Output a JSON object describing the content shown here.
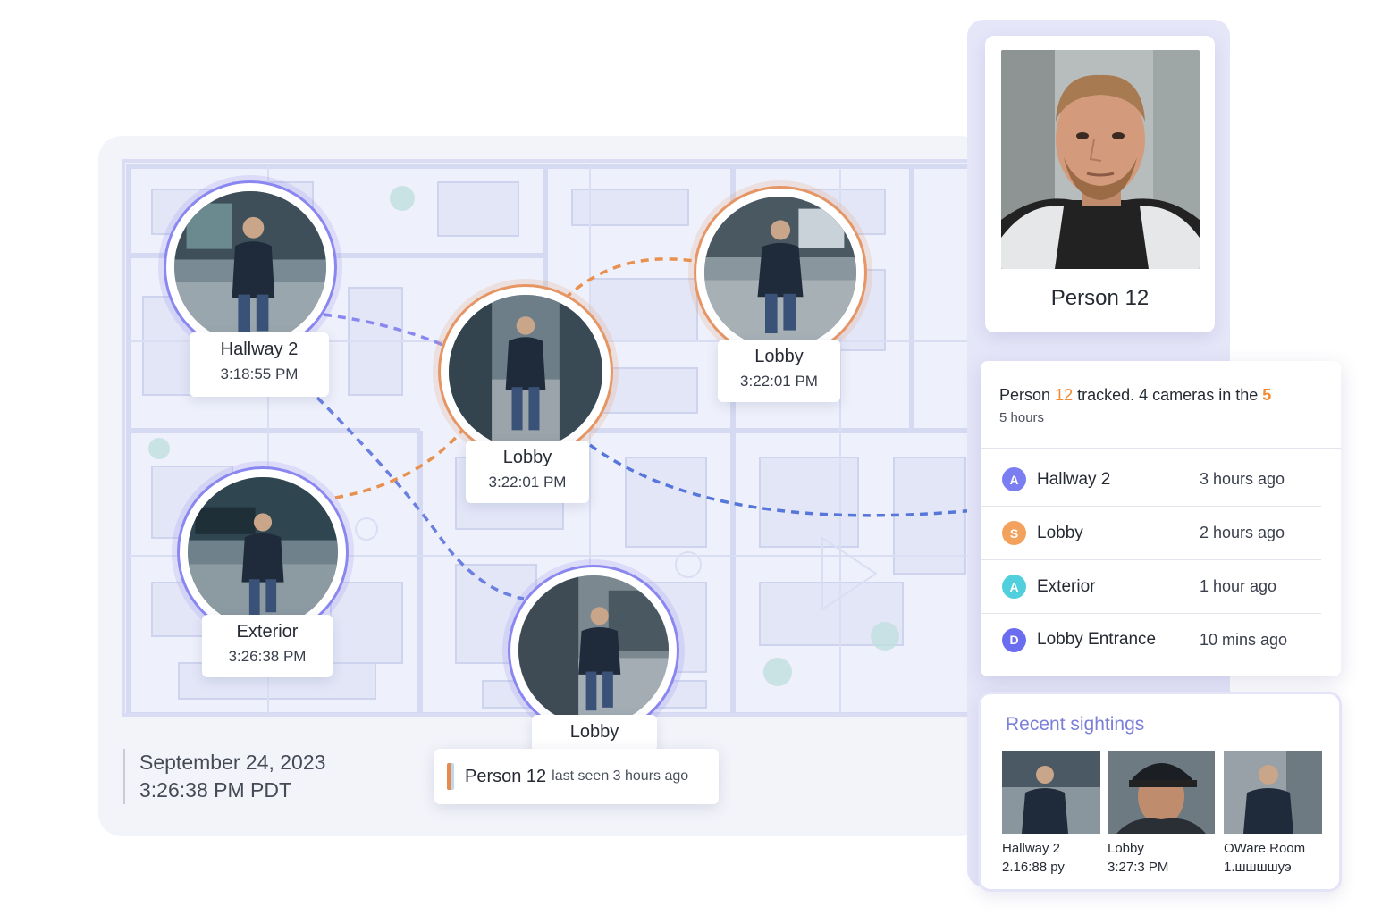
{
  "map": {
    "cameras": [
      {
        "name": "Hallway 2",
        "time": "3:18:55 PM",
        "ring": "#8b87f0"
      },
      {
        "name": "Lobby",
        "time": "3:22:01 PM",
        "ring": "#e69665"
      },
      {
        "name": "Lobby",
        "time": "3:22:01 PM",
        "ring": "#e69665"
      },
      {
        "name": "Exterior",
        "time": "3:26:38 PM",
        "ring": "#8b87f0"
      },
      {
        "name": "Lobby",
        "time": "",
        "ring": "#8b87f0"
      }
    ],
    "date_line": "September 24, 2023",
    "time_line": "3:26:38 PM PDT",
    "status": {
      "person": "Person 12",
      "text": "last  seen 3 hours ago"
    }
  },
  "profile": {
    "name": "Person 12"
  },
  "tracking": {
    "summary_prefix": "Person",
    "summary_id": "12",
    "summary_mid": "tracked.",
    "summary_cams": "4 cameras",
    "summary_tail": "in the",
    "summary_n": "5",
    "summary_sub": "5 hours",
    "sightings": [
      {
        "badge": "A",
        "color": "#7a7ef0",
        "location": "Hallway 2",
        "ago": "3 hours ago"
      },
      {
        "badge": "S",
        "color": "#f2a25c",
        "location": "Lobby",
        "ago": "2 hours ago"
      },
      {
        "badge": "A",
        "color": "#4fd0dc",
        "location": "Exterior",
        "ago": "1 hour ago"
      },
      {
        "badge": "D",
        "color": "#6b6df0",
        "location": "Lobby Entrance",
        "ago": "10 mins ago"
      }
    ]
  },
  "recent": {
    "title": "Recent sightings",
    "items": [
      {
        "location": "Hallway 2",
        "time": "2.16:88 ру"
      },
      {
        "location": "Lobby",
        "time": "3:27:3 PM"
      },
      {
        "location": "OWare Room",
        "time": "1.шшшшуэ"
      }
    ]
  },
  "colors": {
    "accent_blue": "#8b87f0",
    "accent_orange": "#e69665",
    "highlight": "#f08a34"
  }
}
